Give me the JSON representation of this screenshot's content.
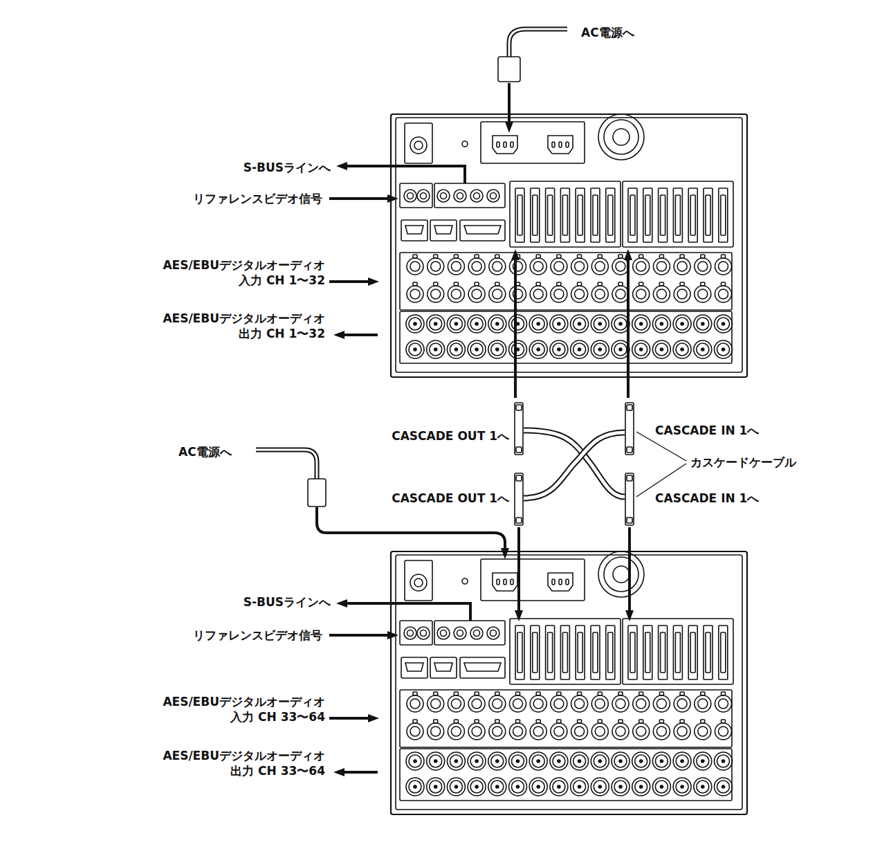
{
  "diagram": {
    "labels": [
      "AC電源へ",
      "S-BUSラインへ",
      "リファレンスビデオ信号",
      "AES/EBUデジタルオーディオ 入力 CH 1〜32",
      "AES/EBUデジタルオーディオ 出力 CH 1〜32",
      "CASCADE OUT 1へ",
      "CASCADE IN 1へ",
      "カスケードケーブル",
      "AC電源へ",
      "CASCADE OUT 1へ",
      "CASCADE IN 1へ",
      "S-BUSラインへ",
      "リファレンスビデオ信号",
      "AES/EBUデジタルオーディオ 入力 CH 33〜64",
      "AES/EBUデジタルオーディオ 出力 CH 33〜64"
    ]
  }
}
